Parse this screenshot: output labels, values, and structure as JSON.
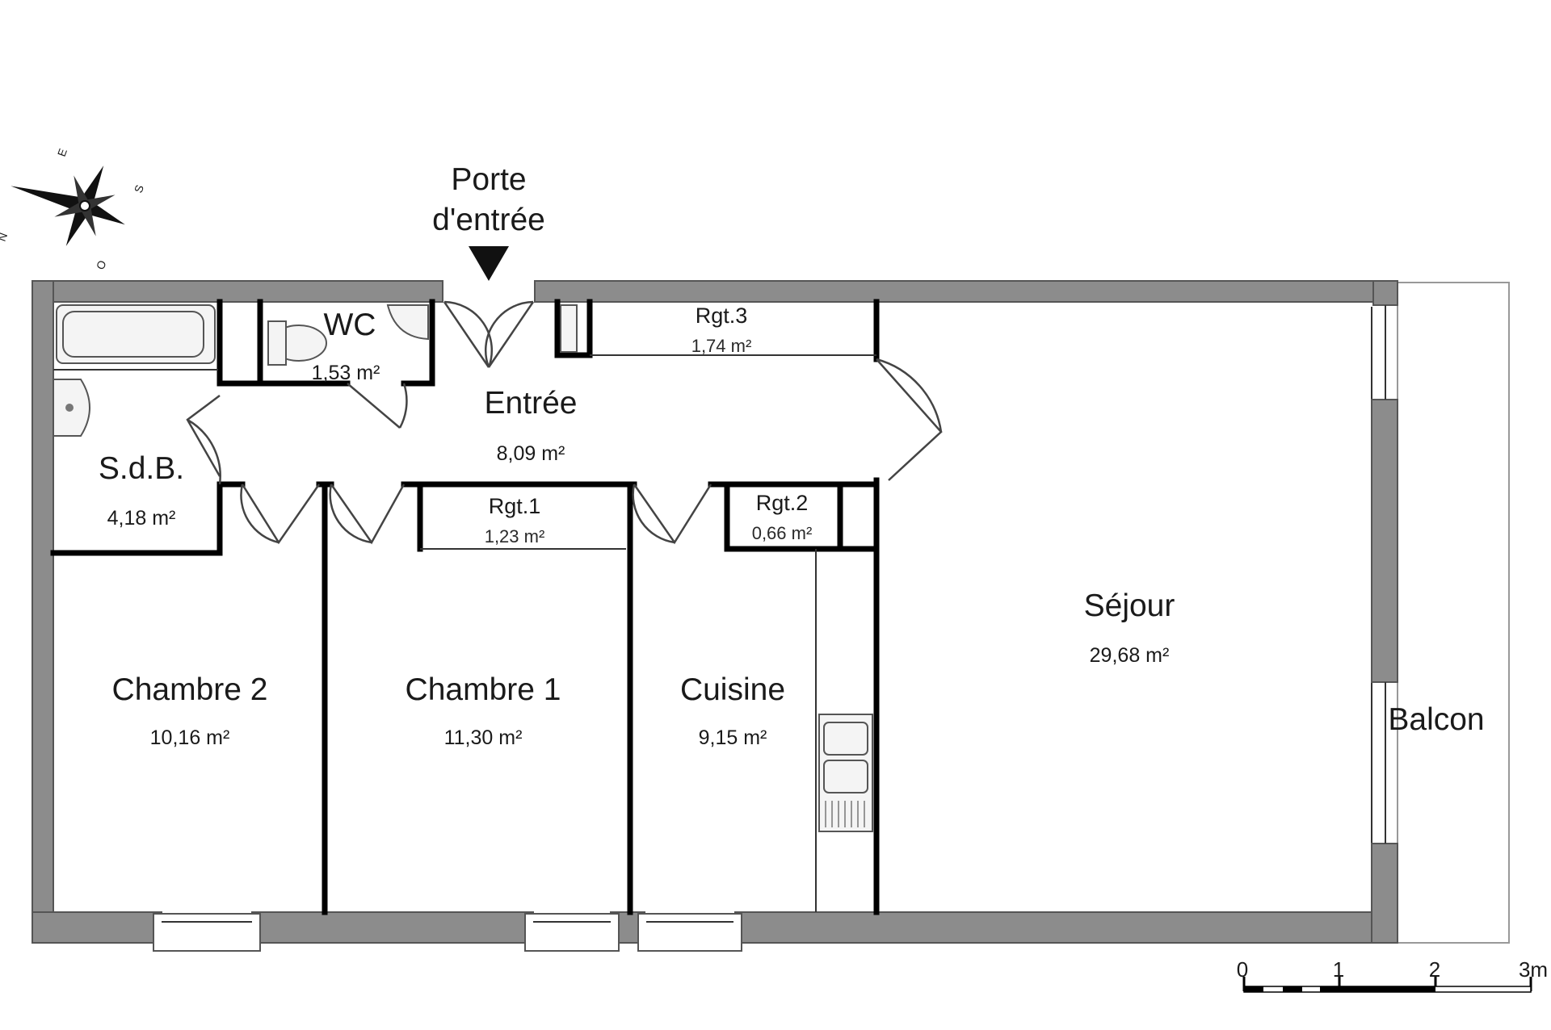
{
  "entrance": {
    "label_line1": "Porte",
    "label_line2": "d'entrée"
  },
  "compass": {
    "letters": [
      "E",
      "S",
      "O",
      "N"
    ]
  },
  "rooms": {
    "wc": {
      "name": "WC",
      "area": "1,53 m²"
    },
    "rgt3": {
      "name": "Rgt.3",
      "area": "1,74 m²"
    },
    "entree": {
      "name": "Entrée",
      "area": "8,09 m²"
    },
    "sdb": {
      "name": "S.d.B.",
      "area": "4,18 m²"
    },
    "rgt1": {
      "name": "Rgt.1",
      "area": "1,23 m²"
    },
    "rgt2": {
      "name": "Rgt.2",
      "area": "0,66 m²"
    },
    "sejour": {
      "name": "Séjour",
      "area": "29,68 m²"
    },
    "chambre2": {
      "name": "Chambre 2",
      "area": "10,16 m²"
    },
    "chambre1": {
      "name": "Chambre 1",
      "area": "11,30 m²"
    },
    "cuisine": {
      "name": "Cuisine",
      "area": "9,15 m²"
    },
    "balcon": {
      "name": "Balcon"
    }
  },
  "scale": {
    "ticks": [
      "0",
      "1",
      "2",
      "3m"
    ]
  }
}
